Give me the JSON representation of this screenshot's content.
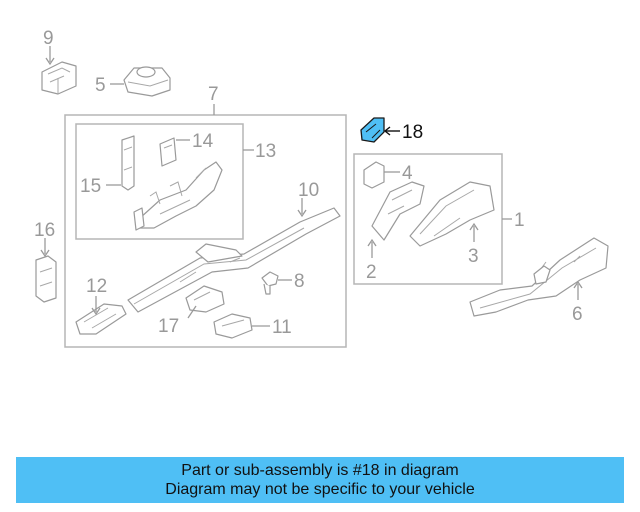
{
  "diagram": {
    "labels": {
      "l1": "1",
      "l2": "2",
      "l3": "3",
      "l4": "4",
      "l5": "5",
      "l6": "6",
      "l7": "7",
      "l8": "8",
      "l9": "9",
      "l10": "10",
      "l11": "11",
      "l12": "12",
      "l13": "13",
      "l14": "14",
      "l15": "15",
      "l16": "16",
      "l17": "17",
      "l18": "18"
    },
    "highlighted_part": "18",
    "highlight_color": "#4fbff5",
    "line_color": "#9a9a9a"
  },
  "banner": {
    "line1": "Part or sub-assembly is #18 in diagram",
    "line2": "Diagram may not be specific to your vehicle",
    "background": "#4fbff5"
  }
}
